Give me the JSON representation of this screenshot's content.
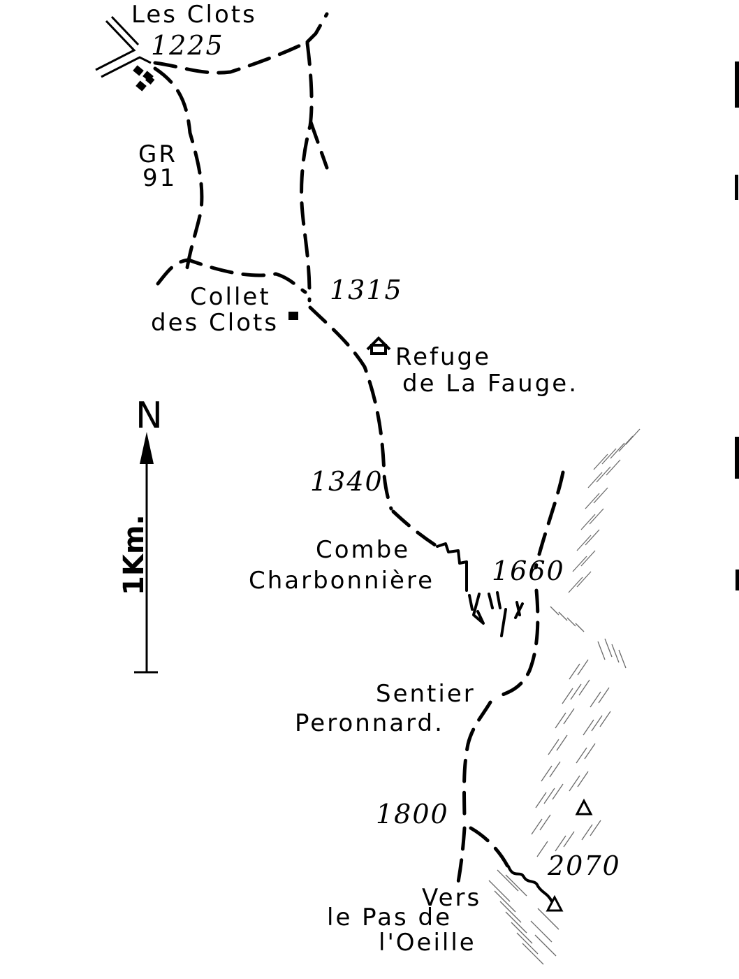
{
  "places": {
    "les_clots": "Les Clots",
    "gr_line1": "GR",
    "gr_line2": "91",
    "collet_line1": "Collet",
    "collet_line2": "des Clots",
    "refuge_line1": "Refuge",
    "refuge_line2": "de La Fauge.",
    "combe_line1": "Combe",
    "combe_line2": "Charbonnière",
    "sentier_line1": "Sentier",
    "sentier_line2": "Peronnard.",
    "vers_line1": "Vers",
    "vers_line2": "le Pas de",
    "vers_line3": "l'Oeille"
  },
  "altitudes": {
    "les_clots": "1225",
    "collet": "1315",
    "mid": "1340",
    "combe": "1660",
    "sentier": "1800",
    "summit": "2070"
  },
  "compass": {
    "north_label": "N"
  },
  "scale_bar": {
    "label": "1Km."
  },
  "colors": {
    "ink": "#000000",
    "hatching": "#6a6a6a",
    "paper": "#ffffff"
  }
}
